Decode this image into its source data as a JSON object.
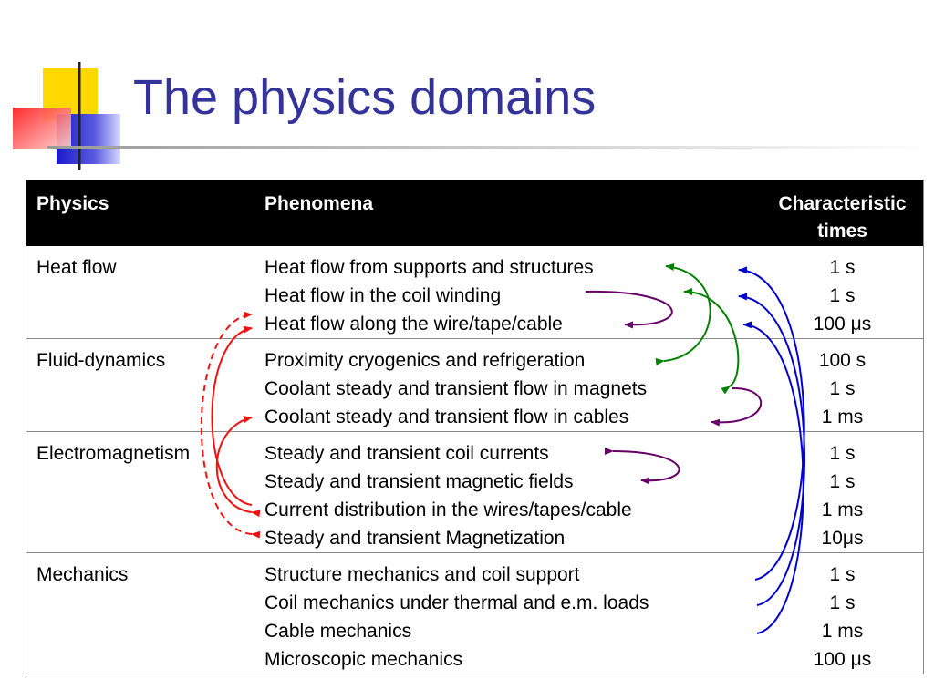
{
  "title": "The physics domains",
  "table": {
    "headers": [
      "Physics",
      "Phenomena",
      "Characteristic times"
    ],
    "groups": [
      {
        "physics": "Heat flow",
        "rows": [
          {
            "phenomenon": "Heat flow from supports and structures",
            "time": "1 s"
          },
          {
            "phenomenon": "Heat flow in the coil winding",
            "time": "1 s"
          },
          {
            "phenomenon": "Heat flow along the wire/tape/cable",
            "time": "100 μs"
          }
        ]
      },
      {
        "physics": "Fluid-dynamics",
        "rows": [
          {
            "phenomenon": "Proximity cryogenics and refrigeration",
            "time": "100 s"
          },
          {
            "phenomenon": "Coolant steady and transient flow in magnets",
            "time": "1 s"
          },
          {
            "phenomenon": "Coolant steady and transient flow in cables",
            "time": "1 ms"
          }
        ]
      },
      {
        "physics": "Electromagnetism",
        "rows": [
          {
            "phenomenon": "Steady and transient coil currents",
            "time": "1 s"
          },
          {
            "phenomenon": "Steady and transient magnetic fields",
            "time": "1 s"
          },
          {
            "phenomenon": "Current distribution in the wires/tapes/cable",
            "time": "1 ms"
          },
          {
            "phenomenon": "Steady and transient Magnetization",
            "time": "10μs"
          }
        ]
      },
      {
        "physics": "Mechanics",
        "rows": [
          {
            "phenomenon": "Structure mechanics and coil support",
            "time": "1 s"
          },
          {
            "phenomenon": "Coil mechanics under thermal and e.m. loads",
            "time": "1 s"
          },
          {
            "phenomenon": "Cable mechanics",
            "time": "1 ms"
          },
          {
            "phenomenon": "Microscopic mechanics",
            "time": "100 μs"
          }
        ]
      }
    ]
  },
  "colors": {
    "title": "#333399",
    "header_bg": "#000000",
    "logo_yellow": "#ffd800",
    "logo_blue": "#2a2ad8",
    "logo_red": "#ff4444",
    "arrow_green": "#008000",
    "arrow_purple": "#660066",
    "arrow_blue": "#0000cc",
    "arrow_red": "#ee1111"
  }
}
